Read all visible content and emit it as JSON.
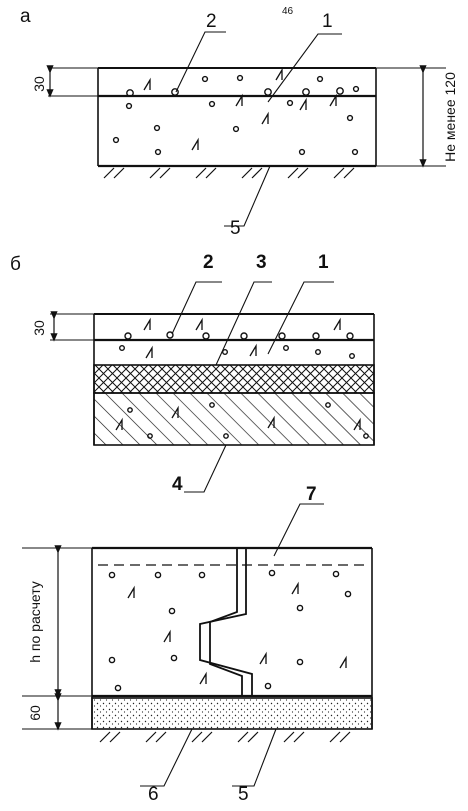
{
  "page": {
    "stamp": "46"
  },
  "panel_a": {
    "letter": "а",
    "callouts": [
      "2",
      "1",
      "5"
    ],
    "dim_top": "30",
    "dim_right": "Не менее 120"
  },
  "panel_b": {
    "letter": "б",
    "callouts": [
      "2",
      "3",
      "1",
      "4"
    ],
    "dim_top": "30"
  },
  "panel_c": {
    "callouts": [
      "7",
      "6",
      "5"
    ],
    "dim_height": "h по расчету",
    "dim_bottom": "60"
  }
}
